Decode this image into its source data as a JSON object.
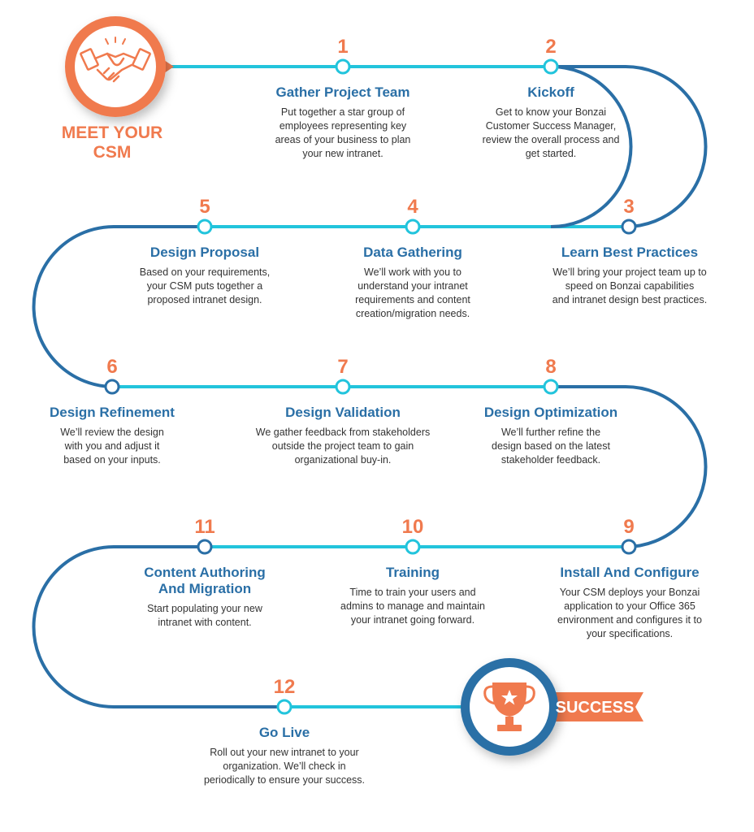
{
  "start": {
    "label_line1": "MEET YOUR",
    "label_line2": "CSM",
    "icon": "handshake-icon"
  },
  "finish": {
    "label": "SUCCESS",
    "icon": "trophy-icon"
  },
  "colors": {
    "accent": "#f07a4e",
    "title_blue": "#2a6fa6",
    "path_cyan": "#22c4dc",
    "path_dark": "#2a6fa6",
    "text": "#333333"
  },
  "steps": [
    {
      "number": "1",
      "title": "Gather Project Team",
      "lines": [
        "Put together a star group of",
        "employees representing key",
        "areas of your business to plan",
        "your new intranet."
      ]
    },
    {
      "number": "2",
      "title": "Kickoff",
      "lines": [
        "Get to know your Bonzai",
        "Customer Success Manager,",
        "review the overall process and",
        "get started."
      ]
    },
    {
      "number": "3",
      "title": "Learn Best Practices",
      "lines": [
        "We’ll bring your project team up to",
        "speed on Bonzai capabilities",
        "and intranet design best practices."
      ]
    },
    {
      "number": "4",
      "title": "Data Gathering",
      "lines": [
        "We’ll work with you to",
        "understand your intranet",
        "requirements and content",
        "creation/migration needs."
      ]
    },
    {
      "number": "5",
      "title": "Design Proposal",
      "lines": [
        "Based on your requirements,",
        "your CSM puts together a",
        "proposed intranet design."
      ]
    },
    {
      "number": "6",
      "title": "Design Refinement",
      "lines": [
        "We’ll review the design",
        "with you and adjust it",
        "based on your inputs."
      ]
    },
    {
      "number": "7",
      "title": "Design Validation",
      "lines": [
        "We gather feedback from stakeholders",
        "outside the project team to gain",
        "organizational buy-in."
      ]
    },
    {
      "number": "8",
      "title": "Design Optimization",
      "lines": [
        "We’ll further refine the",
        "design based on the latest",
        "stakeholder feedback."
      ]
    },
    {
      "number": "9",
      "title": "Install And Configure",
      "lines": [
        "Your CSM deploys your Bonzai",
        "application to your Office 365",
        "environment and configures it to",
        "your specifications."
      ]
    },
    {
      "number": "10",
      "title": "Training",
      "lines": [
        "Time to train your users and",
        "admins to manage and maintain",
        "your intranet going forward."
      ]
    },
    {
      "number": "11",
      "title_lines": [
        "Content Authoring",
        "And Migration"
      ],
      "lines": [
        "Start populating your new",
        "intranet with content."
      ]
    },
    {
      "number": "12",
      "title": "Go Live",
      "lines": [
        "Roll out your new intranet to your",
        "organization. We’ll check in",
        "periodically to ensure your success."
      ]
    }
  ]
}
